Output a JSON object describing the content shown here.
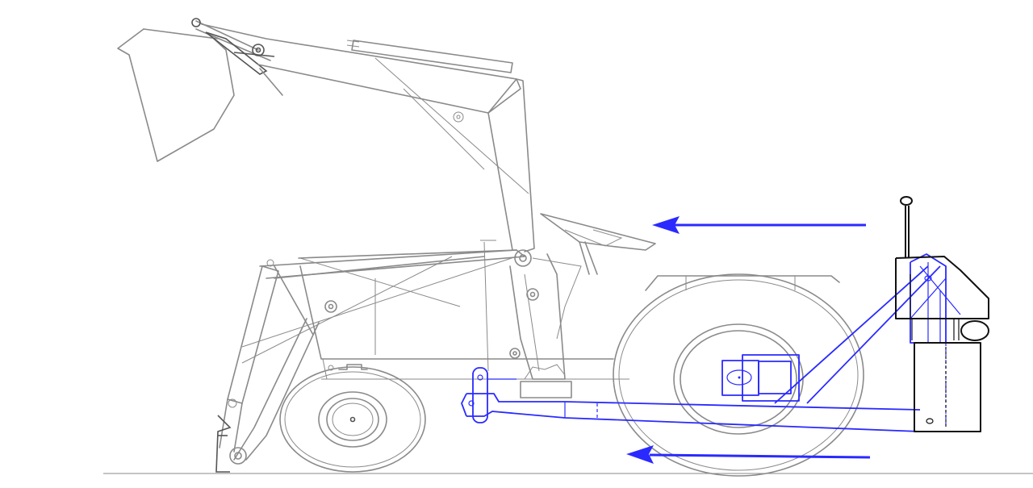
{
  "colors": {
    "background": "#ffffff",
    "loader_outline": "#8a8a8a",
    "hitch_frame": "#2a2aff",
    "ballast_box": "#111111",
    "arrows": "#2a2aff"
  },
  "arrows": [
    {
      "name": "upper-arrow",
      "direction": "left"
    },
    {
      "name": "lower-arrow",
      "direction": "left"
    }
  ]
}
